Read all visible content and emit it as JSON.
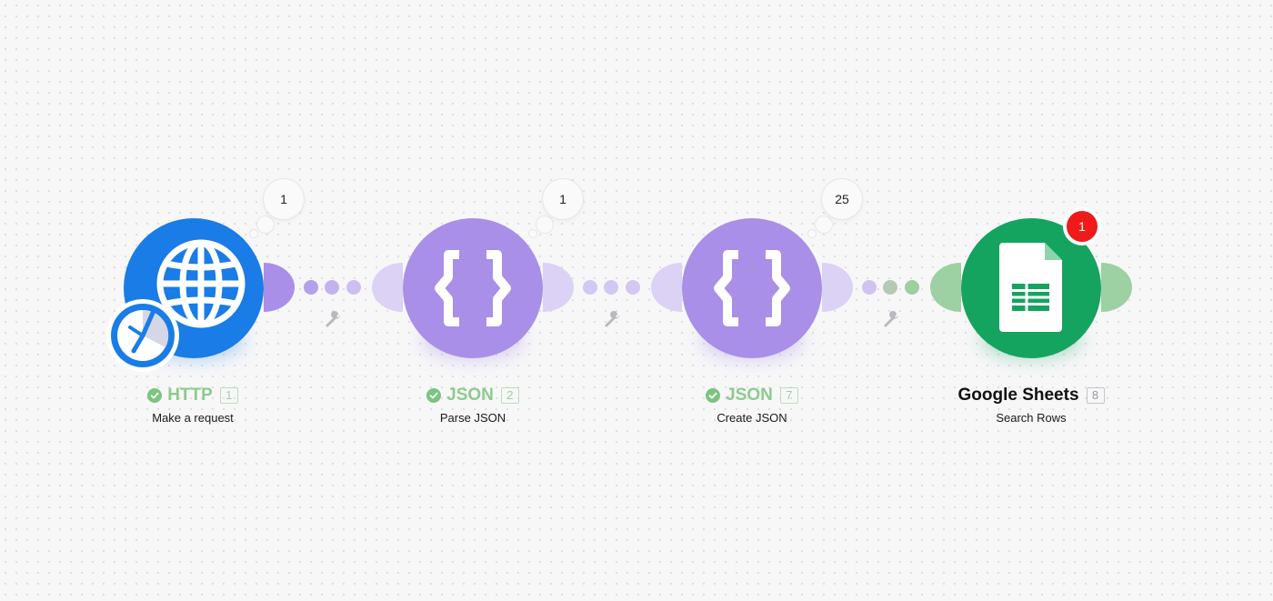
{
  "scenario": {
    "modules": [
      {
        "app": "HTTP",
        "id": "1",
        "action": "Make a request",
        "status": "success",
        "icon": "globe-icon",
        "secondary_icon": "clock-icon",
        "color": "#1a7ce6",
        "ops_count": "1"
      },
      {
        "app": "JSON",
        "id": "2",
        "action": "Parse JSON",
        "status": "success",
        "icon": "braces-icon",
        "color": "#a98fe8",
        "ops_count": "1"
      },
      {
        "app": "JSON",
        "id": "7",
        "action": "Create JSON",
        "status": "success",
        "icon": "braces-icon",
        "color": "#a98fe8",
        "ops_count": "25"
      },
      {
        "app": "Google Sheets",
        "id": "8",
        "action": "Search Rows",
        "status": "error",
        "icon": "spreadsheet-icon",
        "color": "#14a460",
        "error_count": "1"
      }
    ],
    "links": [
      {
        "from": "1",
        "to": "2",
        "icon": "wrench-icon"
      },
      {
        "from": "2",
        "to": "7",
        "icon": "wrench-icon"
      },
      {
        "from": "7",
        "to": "8",
        "icon": "wrench-icon"
      }
    ],
    "colors": {
      "http_blue": "#1a7ce6",
      "json_purple": "#a98fe8",
      "sheets_green": "#14a460",
      "success_green": "#8ccb8e",
      "error_red": "#f01a1a"
    }
  }
}
